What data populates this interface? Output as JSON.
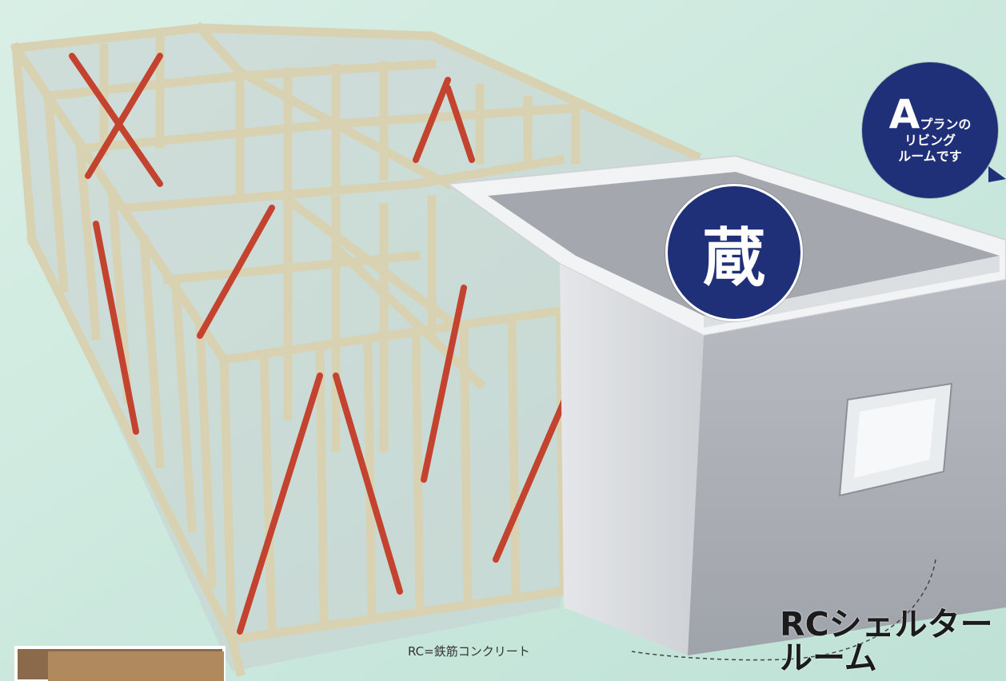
{
  "badges": {
    "kura": "蔵",
    "plan_bubble": {
      "letter": "A",
      "text_line1": "プランの",
      "text_line2": "リビング",
      "text_line3": "ルームです"
    }
  },
  "labels": {
    "shelter_line1": "RCシェルター",
    "shelter_line2": "ルーム",
    "rc_note": "RC=鉄筋コンクリート"
  },
  "colors": {
    "background": "#cfe9df",
    "badge_navy": "#1f2f78",
    "timber": "#d8d2b4",
    "brace_red": "#c0392b",
    "concrete": "#c7c9cd"
  }
}
